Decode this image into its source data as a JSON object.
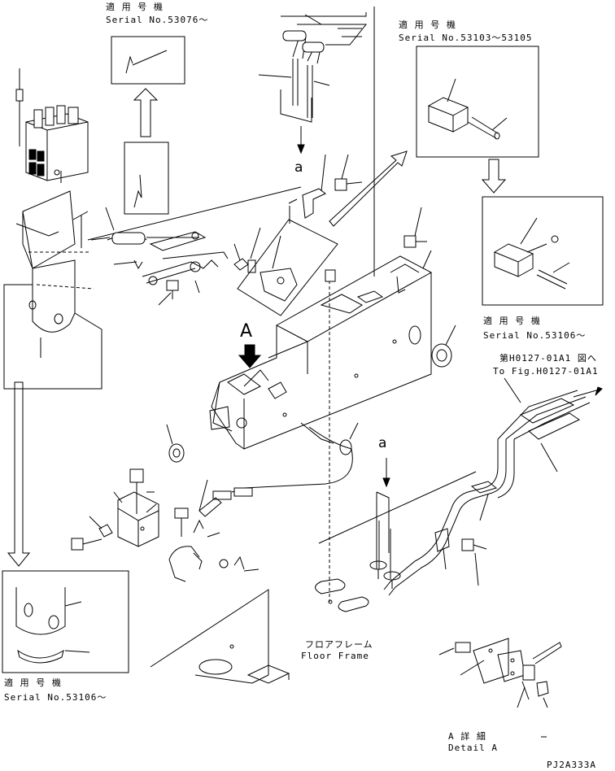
{
  "labels": {
    "serial_53076_jp": "適 用 号 機",
    "serial_53076": "Serial No.53076～",
    "serial_53103_jp": "適 用 号 機",
    "serial_53103": "Serial No.53103～53105",
    "serial_53106_right_jp": "適 用 号 機",
    "serial_53106_right": "Serial No.53106～",
    "to_fig_jp": "第H0127-01A1 図へ",
    "to_fig": "To Fig.H0127-01A1",
    "callout_a_top": "a",
    "callout_a_lower": "a",
    "view_arrow_A": "A",
    "serial_53106_left_jp": "適 用 号 機",
    "serial_53106_left": "Serial No.53106～",
    "floor_frame_jp": "フロアフレーム",
    "floor_frame": "Floor Frame",
    "detail_a_jp": "A 詳 細",
    "detail_a": "Detail A",
    "drawing_code": "PJ2A333A"
  }
}
